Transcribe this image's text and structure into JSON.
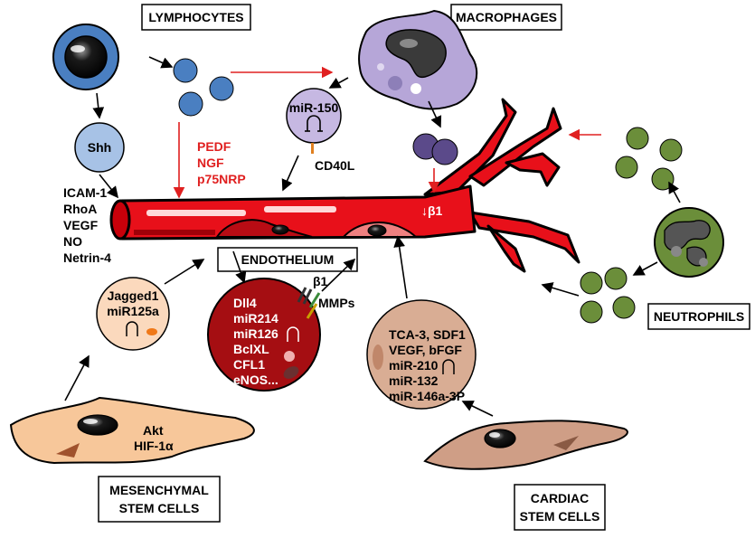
{
  "labels": {
    "lymphocytes": "LYMPHOCYTES",
    "macrophages": "MACROPHAGES",
    "neutrophils": "NEUTROPHILS",
    "endothelium": "ENDOTHELIUM",
    "msc_line1": "MESENCHYMAL",
    "msc_line2": "STEM CELLS",
    "csc_line1": "CARDIAC",
    "csc_line2": "STEM CELLS"
  },
  "shh": "Shh",
  "mir150": "miR-150",
  "cd40l": "CD40L",
  "lympho_factors": [
    "PEDF",
    "NGF",
    "p75NRP"
  ],
  "endo_factors": [
    "ICAM-1",
    "RhoA",
    "VEGF",
    "NO",
    "Netrin-4"
  ],
  "beta1_vessel": "↓β1",
  "jagged": [
    "Jagged1",
    "miR125a"
  ],
  "msc_factors": [
    "Akt",
    "HIF-1α"
  ],
  "endo_cell_factors": [
    "Dll4",
    "miR214",
    "miR126",
    "BclXL",
    "CFL1",
    "eNOS..."
  ],
  "beta1": "β1",
  "mmps": "MMPs",
  "cardiac_factors": [
    "TCA-3, SDF1",
    "VEGF, bFGF",
    "miR-210",
    "miR-132",
    "miR-146a-3P"
  ],
  "colors": {
    "vessel": "#e8101a",
    "lymphocyte": "#4a7fc1",
    "shh_cell": "#a7c2e6",
    "macrophage": "#b6a6d8",
    "mir150_cell": "#c6b8e2",
    "neutrophil": "#6b8e3a",
    "msc": "#f7c79a",
    "csc": "#cf9e86",
    "endo_cell": "#a50e12",
    "arrow_red": "#e02020"
  }
}
